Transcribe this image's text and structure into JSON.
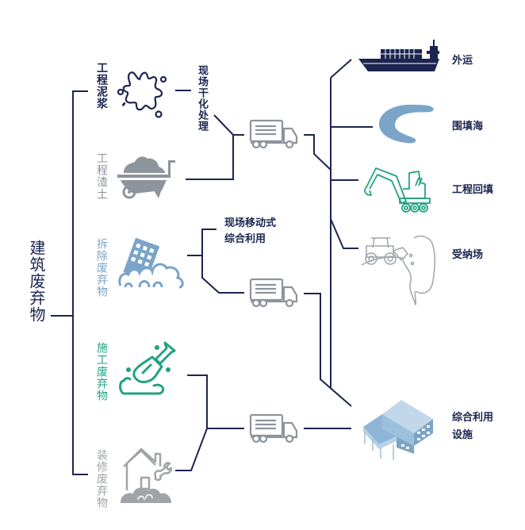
{
  "root": {
    "label": "建筑废弃物"
  },
  "sources": [
    {
      "id": "slurry",
      "label": "工程泥浆",
      "icon": "splash-icon",
      "color": "#1c2550"
    },
    {
      "id": "muck",
      "label": "工程渣土",
      "icon": "wheelbarrow-icon",
      "color": "#8e949c"
    },
    {
      "id": "demolition",
      "label": "拆除废弃物",
      "icon": "collapsing-building-icon",
      "color": "#7aa4c8"
    },
    {
      "id": "construction",
      "label": "施工废弃物",
      "icon": "shovel-icon",
      "color": "#22a282"
    },
    {
      "id": "renovation",
      "label": "装修废弃物",
      "icon": "house-wrench-icon",
      "color": "#a0a4a8"
    }
  ],
  "processes": [
    {
      "id": "onsite-drying",
      "label": "现场干化处理"
    },
    {
      "id": "onsite-mobile",
      "label_line1": "现场移动式",
      "label_line2": "综合利用"
    }
  ],
  "transport": {
    "icon": "truck-icon",
    "color": "#8e949c"
  },
  "destinations": [
    {
      "id": "export",
      "label": "外运",
      "icon": "cargo-ship-icon",
      "color": "#1c2550"
    },
    {
      "id": "reclamation",
      "label": "围填海",
      "icon": "crescent-bay-icon",
      "color": "#7aa4c8"
    },
    {
      "id": "backfill",
      "label": "工程回填",
      "icon": "excavator-icon",
      "color": "#22a282"
    },
    {
      "id": "landfill",
      "label": "受纳场",
      "icon": "loader-dump-icon",
      "color": "#a0a4a8"
    },
    {
      "id": "recycling",
      "label_line1": "综合利用",
      "label_line2": "设施",
      "icon": "facility-building-icon",
      "color": "#9cc0dc"
    }
  ],
  "colors": {
    "line": "#1c2550",
    "navy": "#1c2550"
  }
}
